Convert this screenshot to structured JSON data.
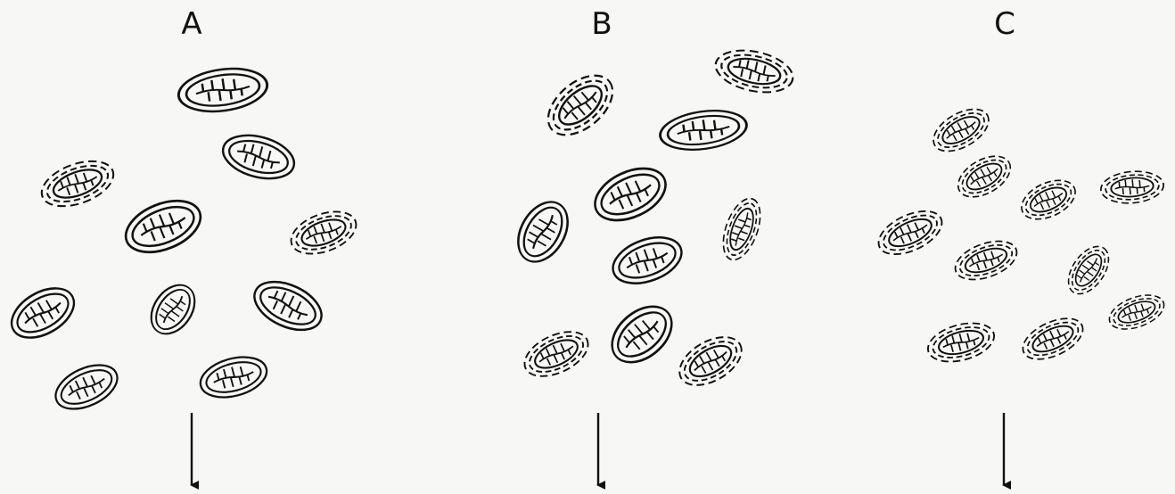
{
  "panels": [
    {
      "label": "A",
      "description_key": "panel-a"
    },
    {
      "label": "B",
      "description_key": "panel-b"
    },
    {
      "label": "C",
      "description_key": "panel-c"
    }
  ],
  "colors": {
    "ink": "#111111",
    "paper": "#f7f7f5"
  },
  "icons": {
    "arrow": "down-arrow-icon",
    "organelle_intact": "mitochondrion-intact-icon",
    "organelle_damaged": "mitochondrion-damaged-icon"
  }
}
